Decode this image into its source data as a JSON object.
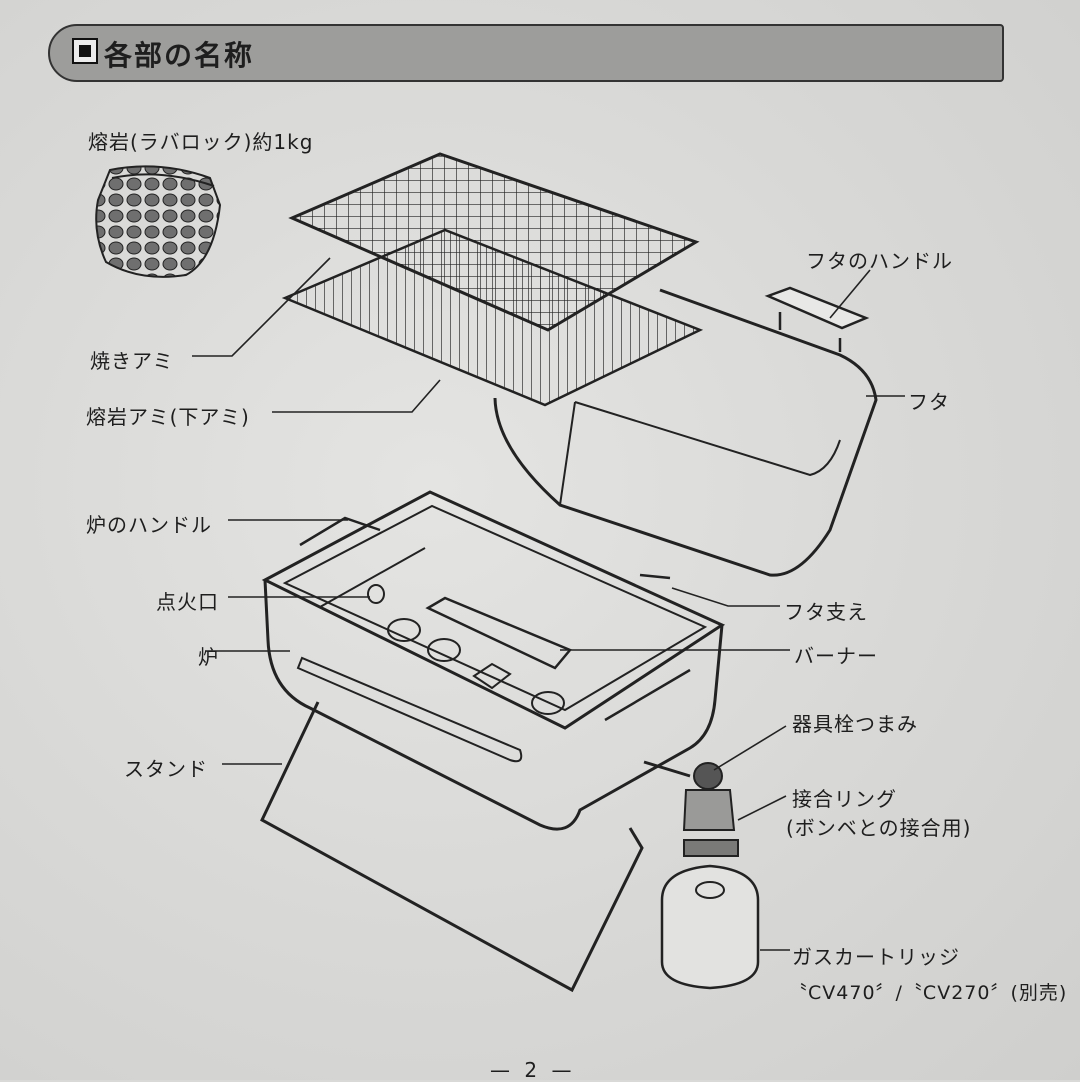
{
  "header": {
    "title": "各部の名称"
  },
  "labels": {
    "lava_rock": "熔岩(ラバロック)約1kg",
    "grill_net": "焼きアミ",
    "lava_net": "熔岩アミ(下アミ)",
    "lid_handle": "フタのハンドル",
    "lid": "フタ",
    "stove_handle": "炉のハンドル",
    "ignition_port": "点火口",
    "stove": "炉",
    "lid_support": "フタ支え",
    "burner": "バーナー",
    "valve_knob": "器具栓つまみ",
    "stand": "スタンド",
    "joint_ring": "接合リング",
    "joint_ring_note": "(ボンベとの接合用)",
    "gas_cartridge": "ガスカートリッジ",
    "cartridge_models": "〝CV470〞/〝CV270〞(別売)"
  },
  "page_number": "— 2 —"
}
